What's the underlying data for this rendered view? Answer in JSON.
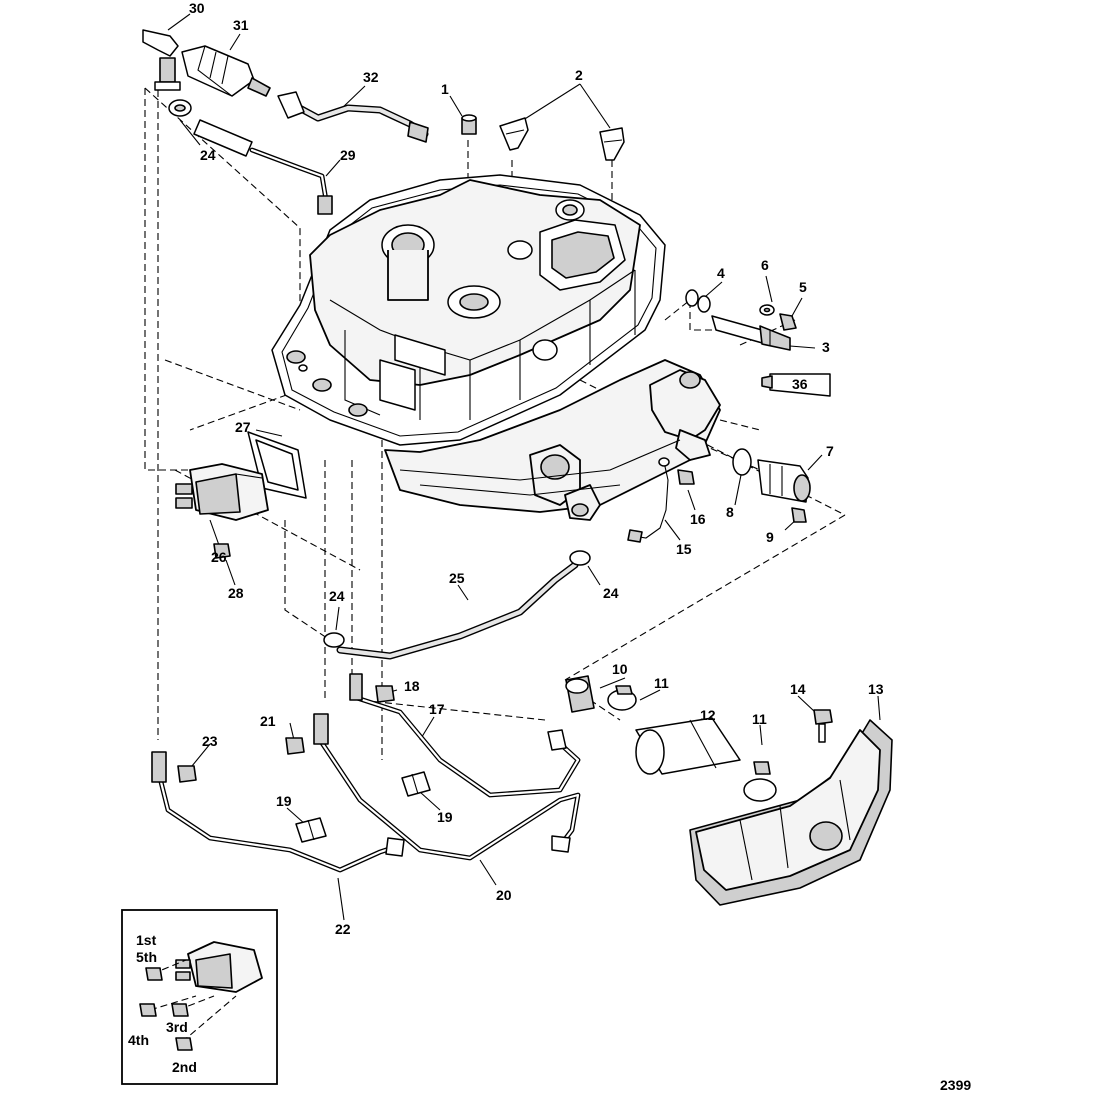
{
  "figure_number": "2399",
  "callouts": {
    "c1": "1",
    "c2": "2",
    "c3": "3",
    "c4": "4",
    "c5": "5",
    "c6": "6",
    "c7": "7",
    "c8": "8",
    "c9": "9",
    "c10": "10",
    "c11a": "11",
    "c11b": "11",
    "c12": "12",
    "c13": "13",
    "c14": "14",
    "c15": "15",
    "c16": "16",
    "c17": "17",
    "c18": "18",
    "c19a": "19",
    "c19b": "19",
    "c20": "20",
    "c21": "21",
    "c22": "22",
    "c23": "23",
    "c24a": "24",
    "c24b": "24",
    "c24c": "24",
    "c25": "25",
    "c26": "26",
    "c27": "27",
    "c28": "28",
    "c29": "29",
    "c30": "30",
    "c31": "31",
    "c32": "32"
  },
  "sealant_tag": "36",
  "torque_sequence": {
    "first": "1st",
    "fifth": "5th",
    "fourth": "4th",
    "third": "3rd",
    "second": "2nd"
  }
}
